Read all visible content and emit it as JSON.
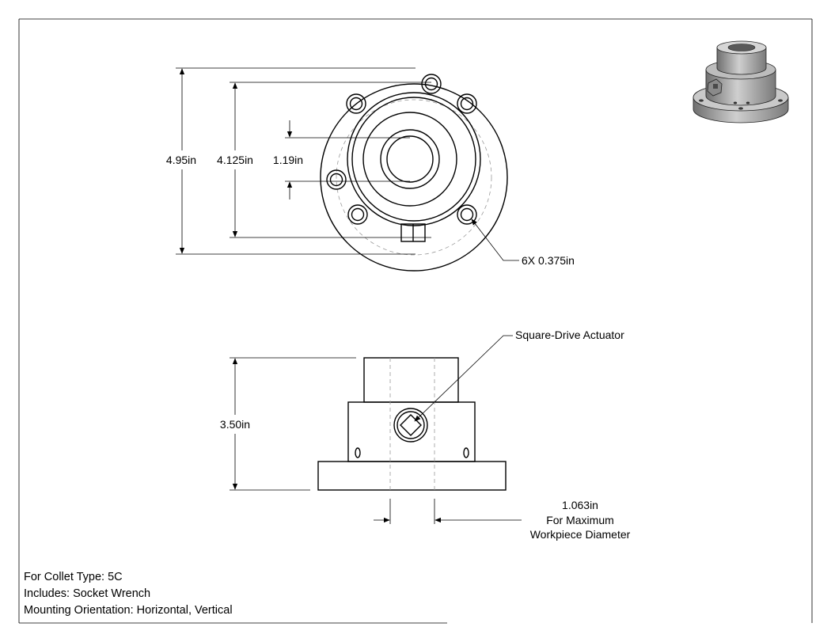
{
  "drawing": {
    "dimensions": {
      "outer_diameter": "4.95in",
      "bolt_circle": "4.125in",
      "bore": "1.19in",
      "holes": "6X 0.375in",
      "height": "3.50in",
      "capacity_value": "1.063in",
      "capacity_line1": "For Maximum",
      "capacity_line2": "Workpiece Diameter"
    },
    "callouts": {
      "actuator": "Square-Drive Actuator"
    },
    "notes": [
      "For Collet Type: 5C",
      "Includes: Socket Wrench",
      "Mounting Orientation: Horizontal, Vertical"
    ]
  }
}
